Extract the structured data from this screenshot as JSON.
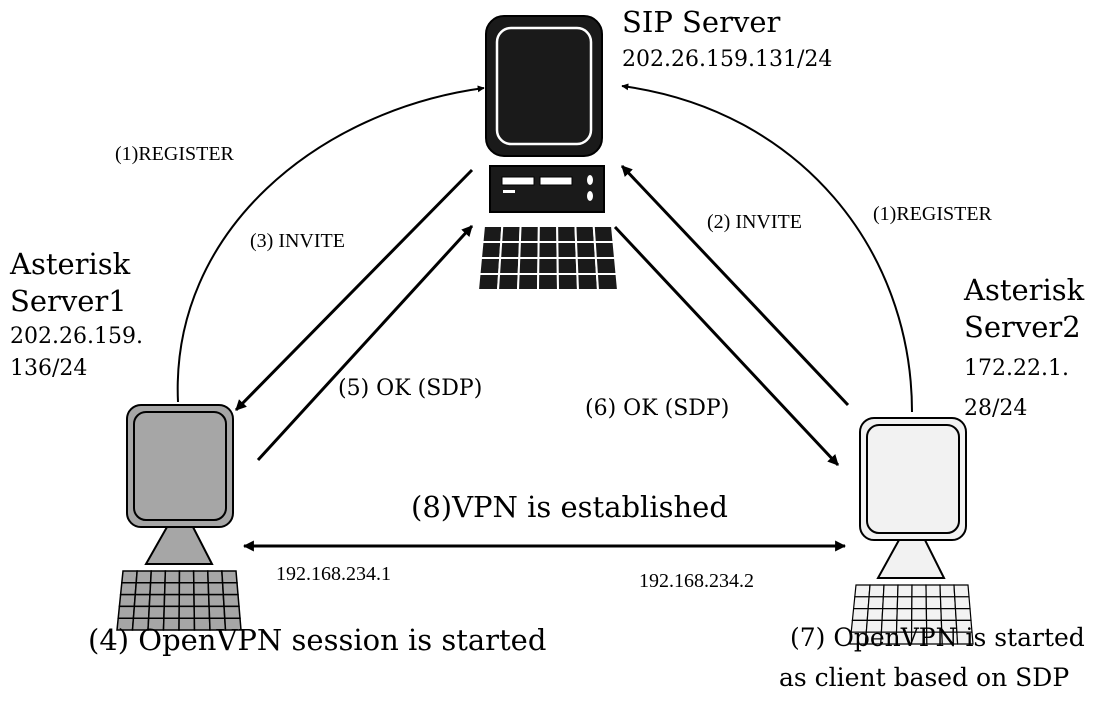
{
  "sip_server": {
    "name": "SIP Server",
    "ip": "202.26.159.131/24"
  },
  "asterisk1": {
    "name_line1": "Asterisk",
    "name_line2": "Server1",
    "ip_line1": "202.26.159.",
    "ip_line2": "136/24"
  },
  "asterisk2": {
    "name_line1": "Asterisk",
    "name_line2": "Server2",
    "ip_line1": "172.22.1.",
    "ip_line2": "28/24"
  },
  "messages": {
    "register_left": "(1)REGISTER",
    "register_right": "(1)REGISTER",
    "invite2": "(2) INVITE",
    "invite3": "(3) INVITE",
    "ok5": "(5) OK (SDP)",
    "ok6": "(6) OK (SDP)",
    "vpn": "(8)VPN is established"
  },
  "vpn_ips": {
    "left": "192.168.234.1",
    "right": "192.168.234.2"
  },
  "captions": {
    "left": "(4) OpenVPN session is started",
    "right_line1": "(7)  OpenVPN is started",
    "right_line2": "as client  based on SDP"
  },
  "colors": {
    "sip_computer": "#1a1a1a",
    "asterisk1_computer": "#a6a6a6",
    "asterisk2_computer": "#f2f2f2",
    "stroke": "#000000"
  }
}
